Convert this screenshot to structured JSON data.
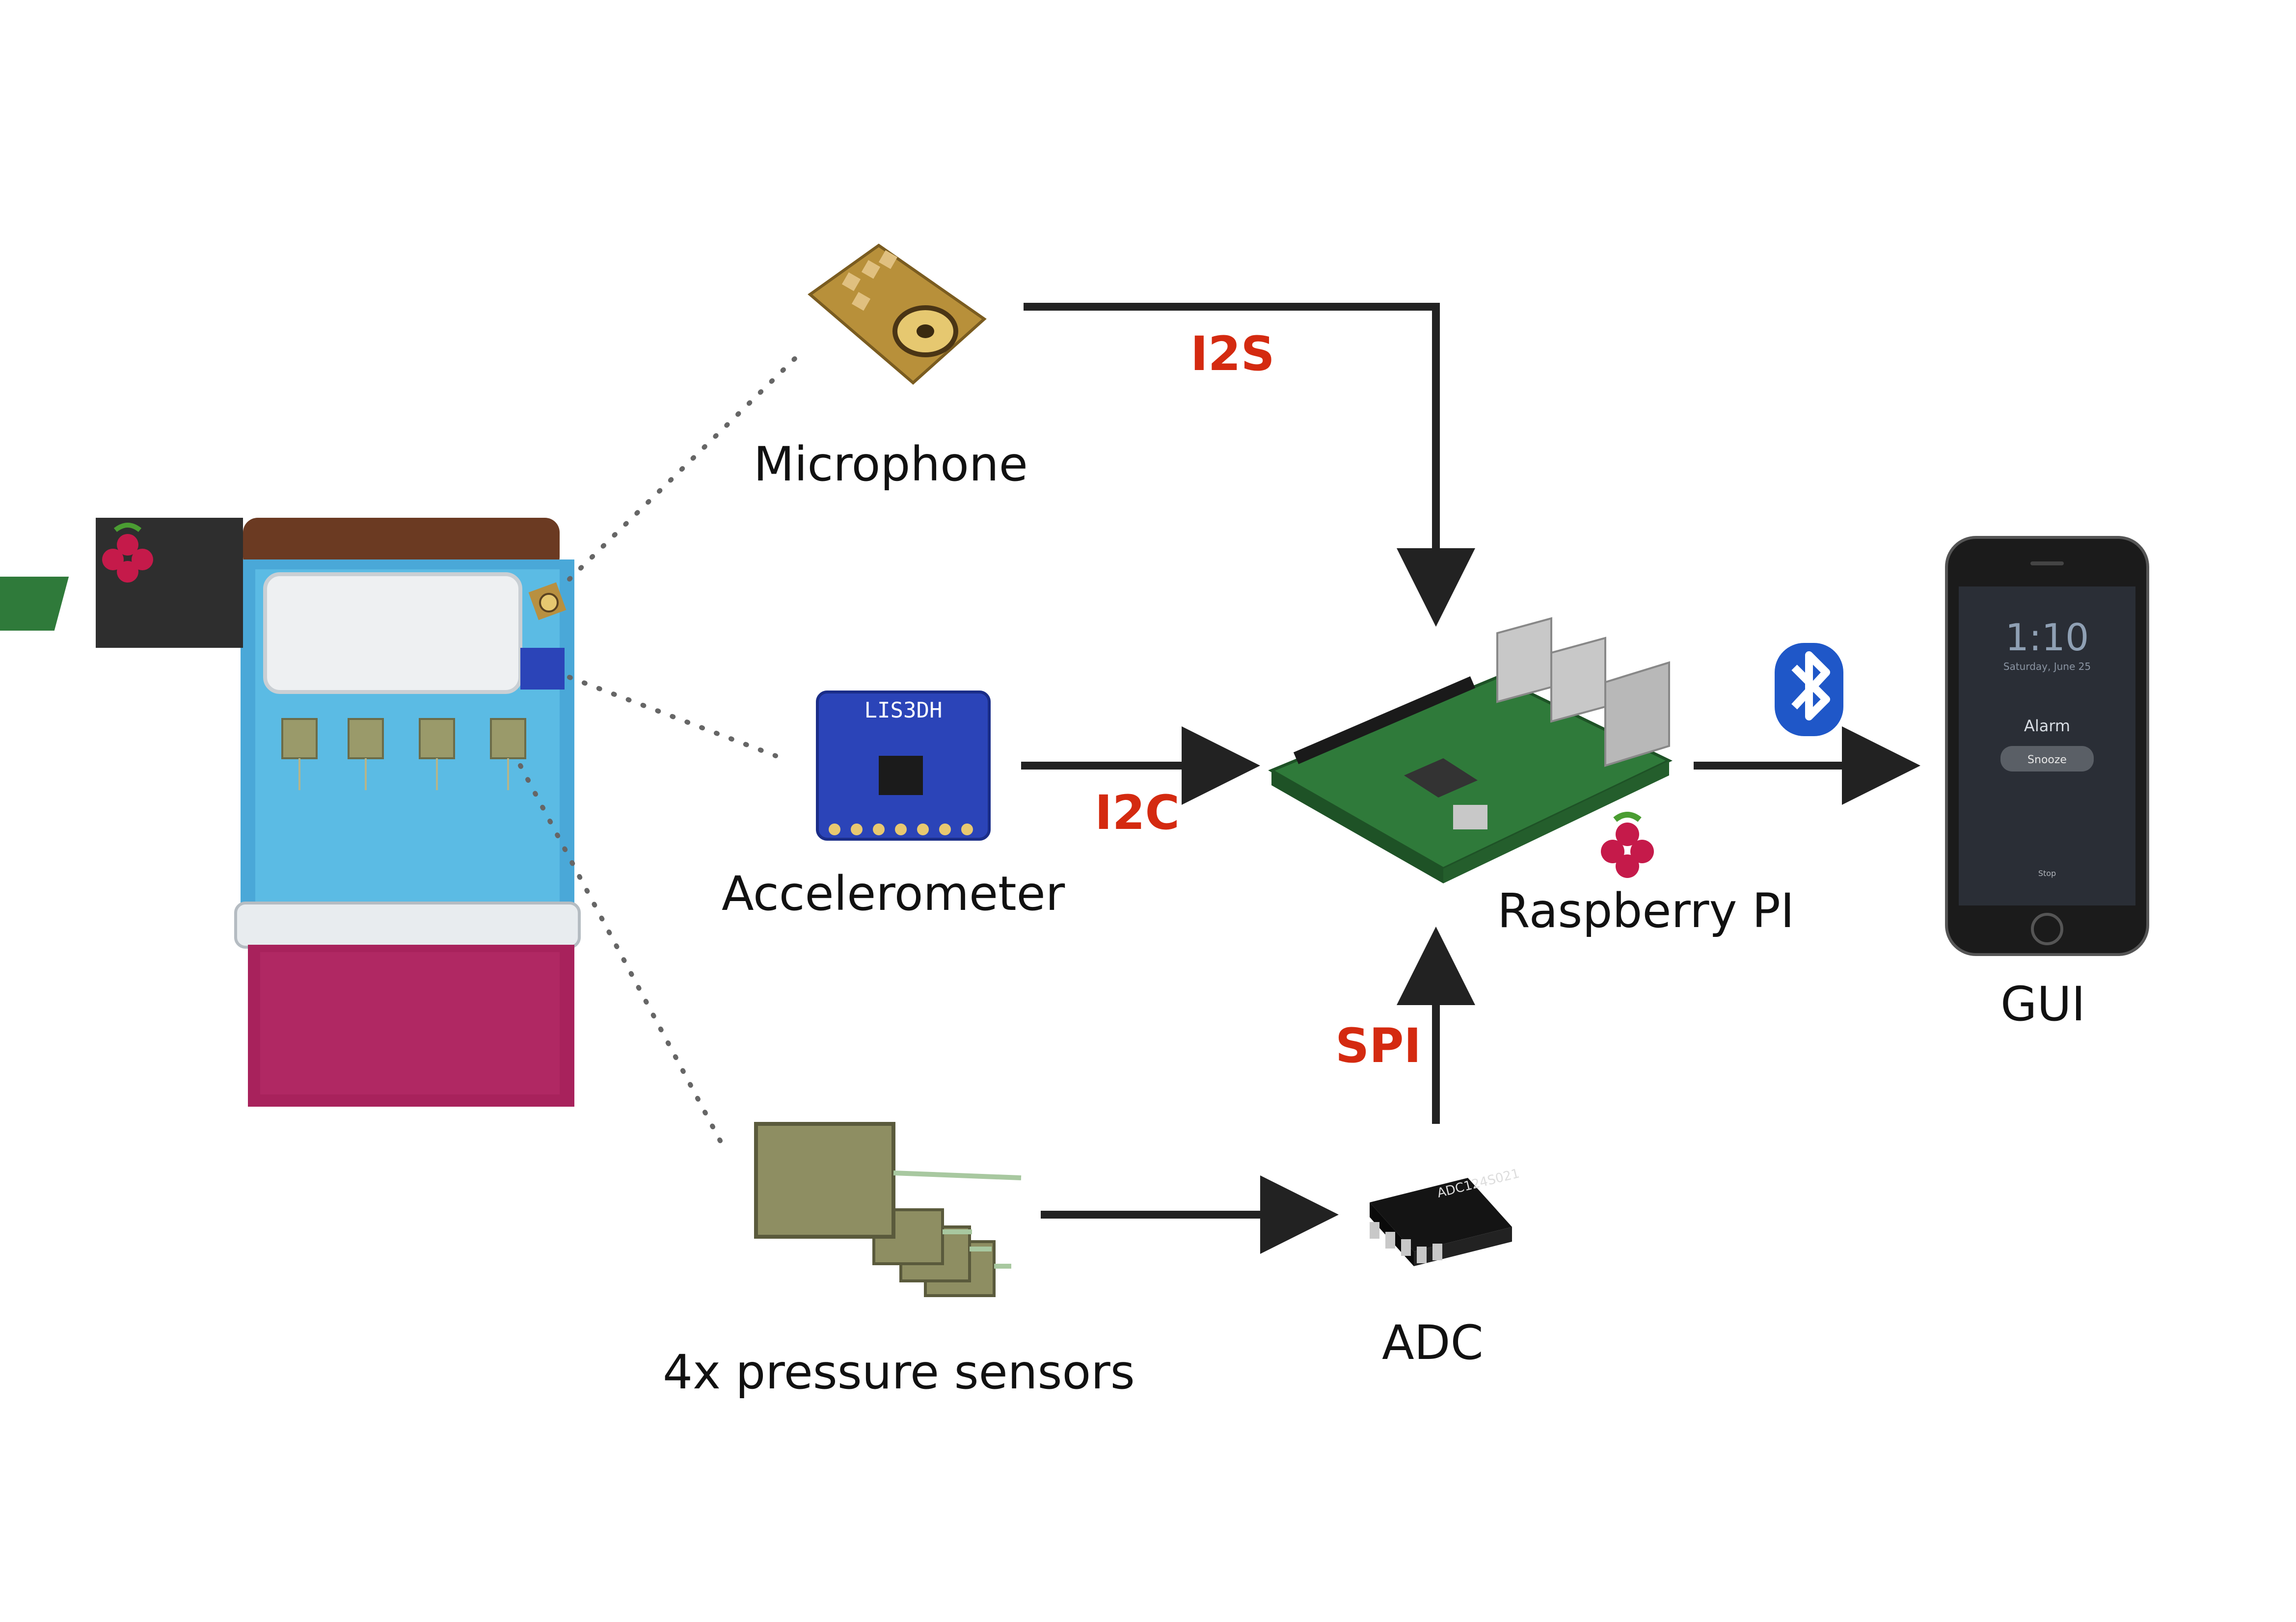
{
  "labels": {
    "microphone": "Microphone",
    "accelerometer": "Accelerometer",
    "pressure_sensors": "4x pressure sensors",
    "adc": "ADC",
    "raspberry_pi": "Raspberry PI",
    "gui": "GUI"
  },
  "protocols": {
    "i2s": "I2S",
    "i2c": "I2C",
    "spi": "SPI"
  },
  "chips": {
    "accelerometer_name": "LIS3DH",
    "adc_name": "ADC124S021"
  },
  "phone": {
    "time": "1:10",
    "date": "Saturday, June 25",
    "alarm": "Alarm",
    "snooze": "Snooze",
    "stop": "Stop"
  },
  "colors": {
    "protocol": "#d42a10",
    "arrow": "#222222",
    "bluetooth": "#1f57c8",
    "bed_mattress": "#4aa8d8",
    "bed_blanket": "#a8225c",
    "pcb_green": "#2f7a3a",
    "raspberry": "#c51a4a"
  },
  "icons": [
    "bluetooth-icon",
    "raspberry-logo-icon"
  ]
}
